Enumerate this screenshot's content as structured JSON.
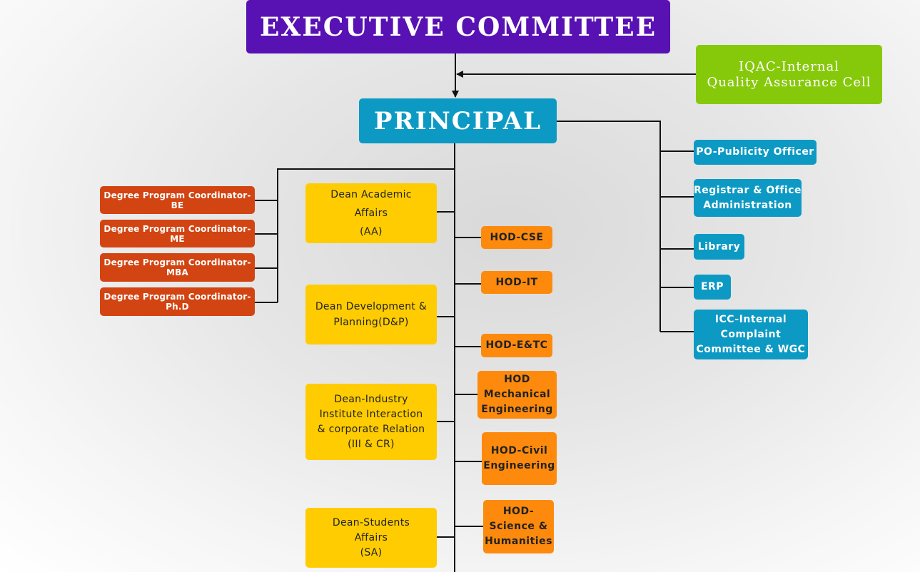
{
  "executive": "EXECUTIVE COMMITTEE",
  "principal": "PRINCIPAL",
  "iqac": "IQAC-Internal\nQuality Assurance Cell",
  "coordinators": [
    "Degree Program Coordinator-BE",
    "Degree Program Coordinator-ME",
    "Degree Program Coordinator-MBA",
    "Degree Program Coordinator-Ph.D"
  ],
  "deans": [
    "Dean Academic\nAffairs\n(AA)",
    "Dean Development &\nPlanning(D&P)",
    "Dean-Industry\nInstitute Interaction\n& corporate Relation\n(III & CR)",
    "Dean-Students\nAffairs\n(SA)"
  ],
  "hods": [
    "HOD-CSE",
    "HOD-IT",
    "HOD-E&TC",
    "HOD\nMechanical\nEngineering",
    "HOD-Civil\nEngineering",
    "HOD-\nScience &\nHumanities"
  ],
  "staff": [
    "PO-Publicity Officer",
    "Registrar & Office\nAdministration",
    "Library",
    "ERP",
    "ICC-Internal\nComplaint\nCommittee & WGC"
  ],
  "colors": {
    "executive": "#5811b2",
    "principal": "#0c9ac4",
    "iqac": "#86c90b",
    "coordinator": "#d24411",
    "dean": "#fecc00",
    "hod": "#fd8a0c",
    "staff": "#0c9ac4"
  }
}
